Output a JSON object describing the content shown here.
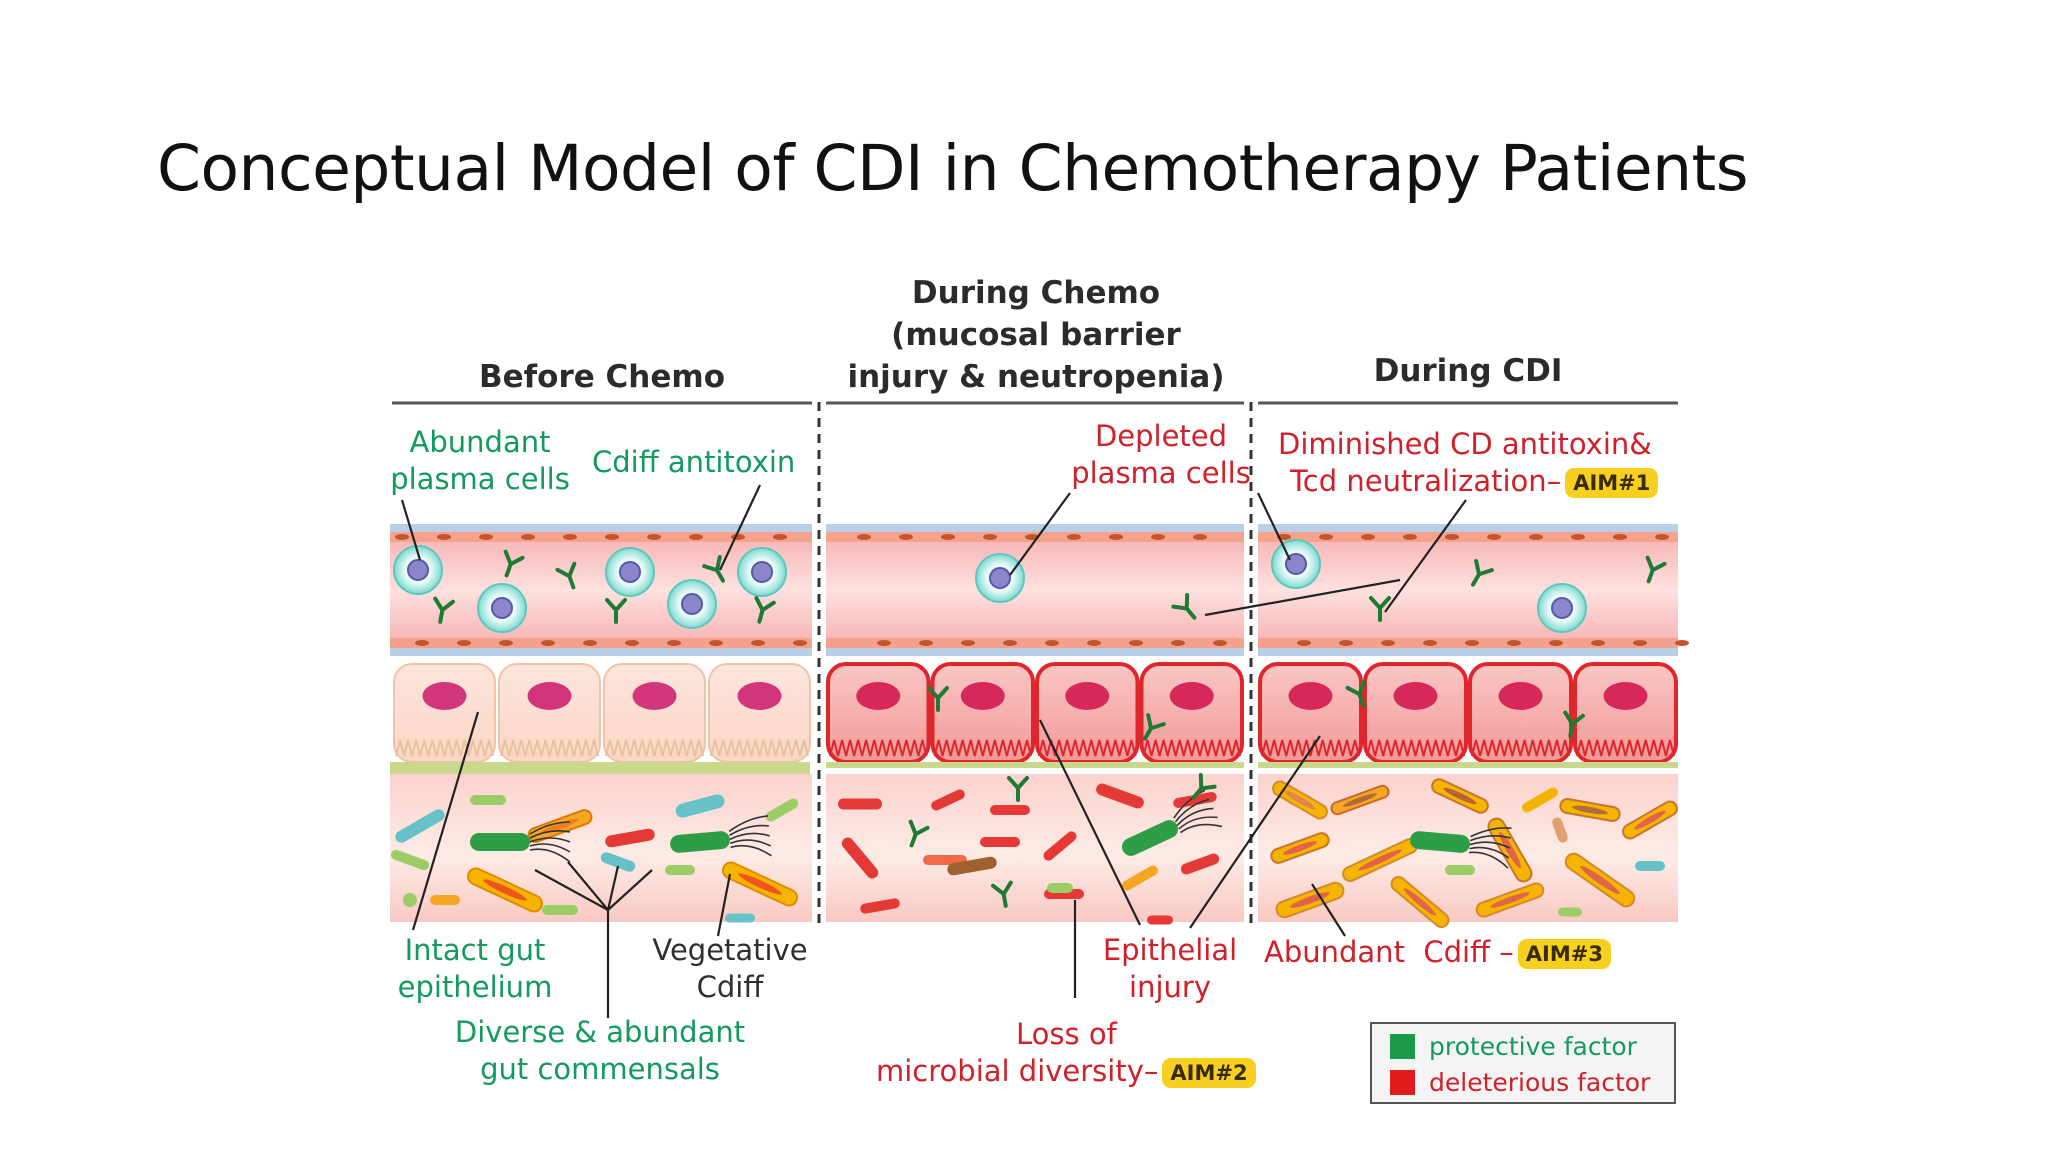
{
  "title": "Conceptual Model of CDI in Chemotherapy Patients",
  "panels": {
    "before": {
      "header": "Before Chemo"
    },
    "during_chemo": {
      "header_lines": [
        "During Chemo",
        "(mucosal barrier",
        "injury & neutropenia)"
      ]
    },
    "during_cdi": {
      "header": "During CDI"
    }
  },
  "labels": {
    "abundant_plasma": [
      "Abundant",
      "plasma cells"
    ],
    "cdiff_antitoxin": "Cdiff antitoxin",
    "depleted_plasma": [
      "Depleted",
      "plasma cells"
    ],
    "diminished": [
      "Diminished CD antitoxin&",
      "Tcd neutralization"
    ],
    "intact_gut": [
      "Intact gut",
      "epithelium"
    ],
    "vegetative": [
      "Vegetative",
      "Cdiff"
    ],
    "diverse": [
      "Diverse & abundant",
      "gut commensals"
    ],
    "epithelial_injury": [
      "Epithelial",
      "injury"
    ],
    "loss": [
      "Loss of",
      "microbial diversity"
    ],
    "abundant_cdiff": "Abundant  Cdiff"
  },
  "aims": {
    "aim1": "AIM#1",
    "aim2": "AIM#2",
    "aim3": "AIM#3"
  },
  "legend": {
    "protective": {
      "label": "protective factor",
      "color": "#1b9a4a"
    },
    "deleterious": {
      "label": "deleterious factor",
      "color": "#e01b1b"
    }
  },
  "colors": {
    "green_text": "#139a5d",
    "red_text": "#d0202a",
    "aim_badge": "#f6cf1f"
  }
}
